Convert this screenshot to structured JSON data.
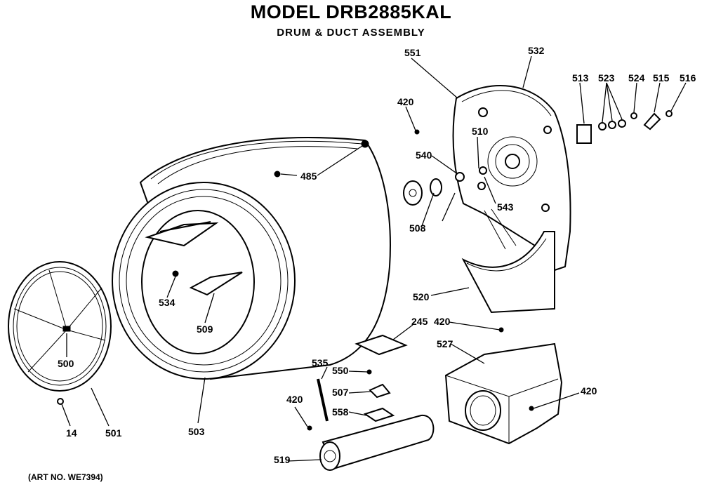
{
  "header": {
    "title": "MODEL DRB2885KAL",
    "subtitle": "DRUM & DUCT ASSEMBLY"
  },
  "footer": {
    "art_number": "(ART NO. WE7394)"
  },
  "callouts": [
    {
      "id": "551",
      "text": "551"
    },
    {
      "id": "532",
      "text": "532"
    },
    {
      "id": "513",
      "text": "513"
    },
    {
      "id": "523",
      "text": "523"
    },
    {
      "id": "524",
      "text": "524"
    },
    {
      "id": "515",
      "text": "515"
    },
    {
      "id": "516",
      "text": "516"
    },
    {
      "id": "420a",
      "text": "420"
    },
    {
      "id": "510",
      "text": "510"
    },
    {
      "id": "540",
      "text": "540"
    },
    {
      "id": "485",
      "text": "485"
    },
    {
      "id": "543",
      "text": "543"
    },
    {
      "id": "508",
      "text": "508"
    },
    {
      "id": "534",
      "text": "534"
    },
    {
      "id": "509",
      "text": "509"
    },
    {
      "id": "520",
      "text": "520"
    },
    {
      "id": "420b",
      "text": "420"
    },
    {
      "id": "245",
      "text": "245"
    },
    {
      "id": "527",
      "text": "527"
    },
    {
      "id": "500",
      "text": "500"
    },
    {
      "id": "535",
      "text": "535"
    },
    {
      "id": "550",
      "text": "550"
    },
    {
      "id": "507",
      "text": "507"
    },
    {
      "id": "420c",
      "text": "420"
    },
    {
      "id": "420d",
      "text": "420"
    },
    {
      "id": "558",
      "text": "558"
    },
    {
      "id": "14",
      "text": "14"
    },
    {
      "id": "501",
      "text": "501"
    },
    {
      "id": "503",
      "text": "503"
    },
    {
      "id": "519",
      "text": "519"
    }
  ]
}
